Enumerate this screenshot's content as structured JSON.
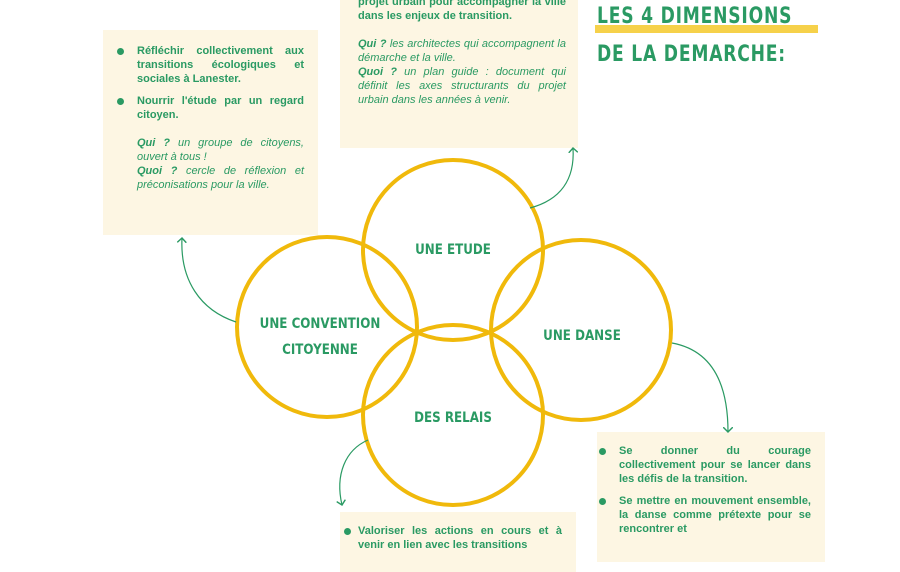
{
  "title": {
    "line1": "LES 4 DIMENSIONS",
    "line2": "DE LA DEMARCHE:"
  },
  "circles": {
    "etude": "UNE ETUDE",
    "convention_1": "UNE CONVENTION",
    "convention_2": "CITOYENNE",
    "danse": "UNE DANSE",
    "relais": "DES RELAIS"
  },
  "convention_box": {
    "bullet1": "Réfléchir collectivement aux transitions écologiques et sociales à Lanester.",
    "bullet2": "Nourrir l'étude par un regard citoyen.",
    "qui_label": "Qui ?",
    "qui": "un groupe de citoyens, ouvert à tous !",
    "quoi_label": "Quoi ?",
    "quoi": "cercle de réflexion et préconisations pour la ville."
  },
  "etude_box": {
    "intro": "projet urbain pour accompagner la ville dans les enjeux de transition.",
    "qui_label": "Qui ?",
    "qui": "les architectes qui accompagnent la démarche et la ville.",
    "quoi_label": "Quoi ?",
    "quoi": "un plan guide : document qui définit les axes structurants du projet urbain dans les années à venir."
  },
  "danse_box": {
    "bullet1": "Se donner du courage collectivement pour se lancer dans les défis de la transition.",
    "bullet2": "Se mettre en mouvement ensemble, la danse comme prétexte pour se rencontrer et"
  },
  "relais_box": {
    "bullet1": "Valoriser les actions en cours et à venir en lien avec les transitions"
  },
  "colors": {
    "green": "#2a9a63",
    "yellow": "#f0b90b",
    "cream": "#fdf6e3"
  }
}
